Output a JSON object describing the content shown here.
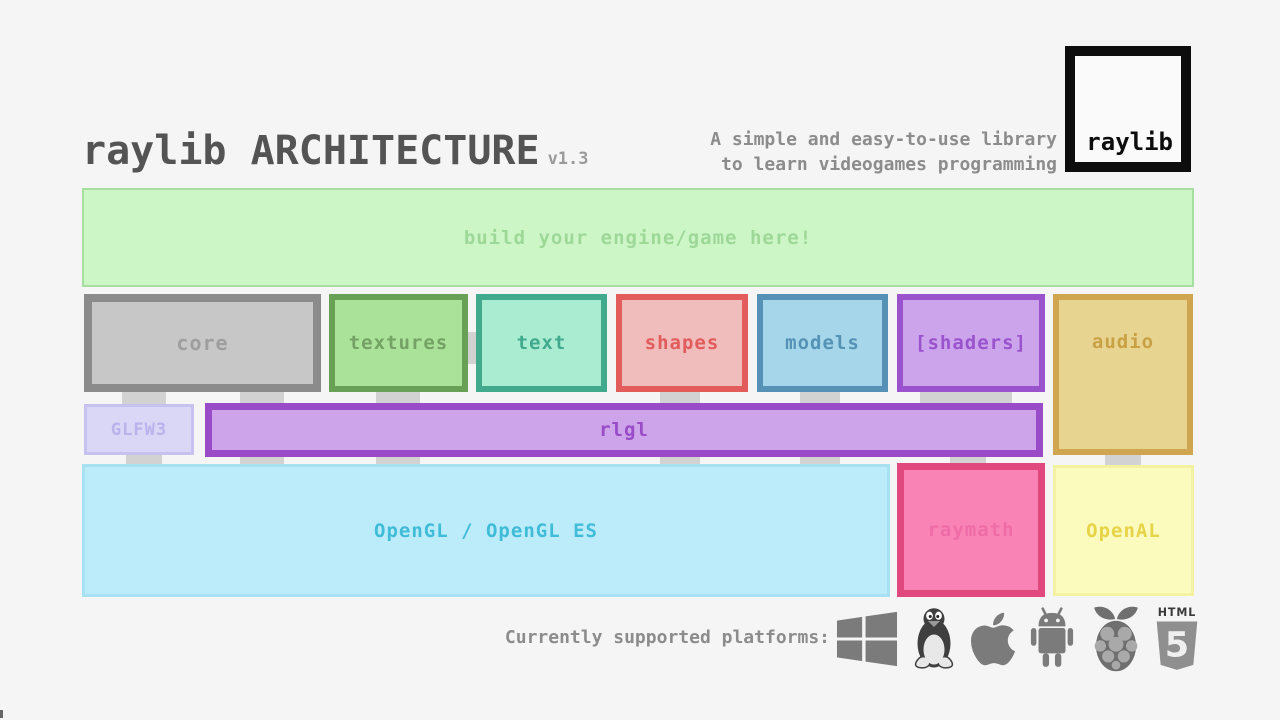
{
  "header": {
    "title": "raylib ARCHITECTURE",
    "version": "v1.3",
    "tagline_line1": "A simple and easy-to-use library",
    "tagline_line2": "to learn videogames programming",
    "logo_text": "raylib"
  },
  "blocks": {
    "engine": "build your engine/game here!",
    "core": "core",
    "textures": "textures",
    "text": "text",
    "shapes": "shapes",
    "models": "models",
    "shaders": "[shaders]",
    "audio": "audio",
    "glfw3": "GLFW3",
    "rlgl": "rlgl",
    "opengl": "OpenGL / OpenGL ES",
    "raymath": "raymath",
    "openal": "OpenAL"
  },
  "platforms": {
    "label": "Currently supported platforms:",
    "icons": [
      "windows",
      "linux",
      "apple",
      "android",
      "raspberry-pi",
      "html5"
    ],
    "html5_top_text": "HTML",
    "html5_number": "5"
  },
  "colors": {
    "background": "#f5f5f5",
    "title_text": "#545454",
    "engine_fill": "#cdf6c7",
    "core_border": "#8b8b8b",
    "textures_border": "#68a055",
    "text_border": "#41a98c",
    "shapes_border": "#e25c5c",
    "models_border": "#5592b6",
    "shaders_border": "#9b53cd",
    "audio_border": "#cfa64f",
    "glfw3_fill": "#dad6f5",
    "rlgl_border": "#9a4bc8",
    "opengl_fill": "#bcecfa",
    "raymath_border": "#e0487e",
    "openal_fill": "#fbfbbe",
    "connector": "#d2d2d2",
    "icon_gray": "#7b7b7b"
  }
}
